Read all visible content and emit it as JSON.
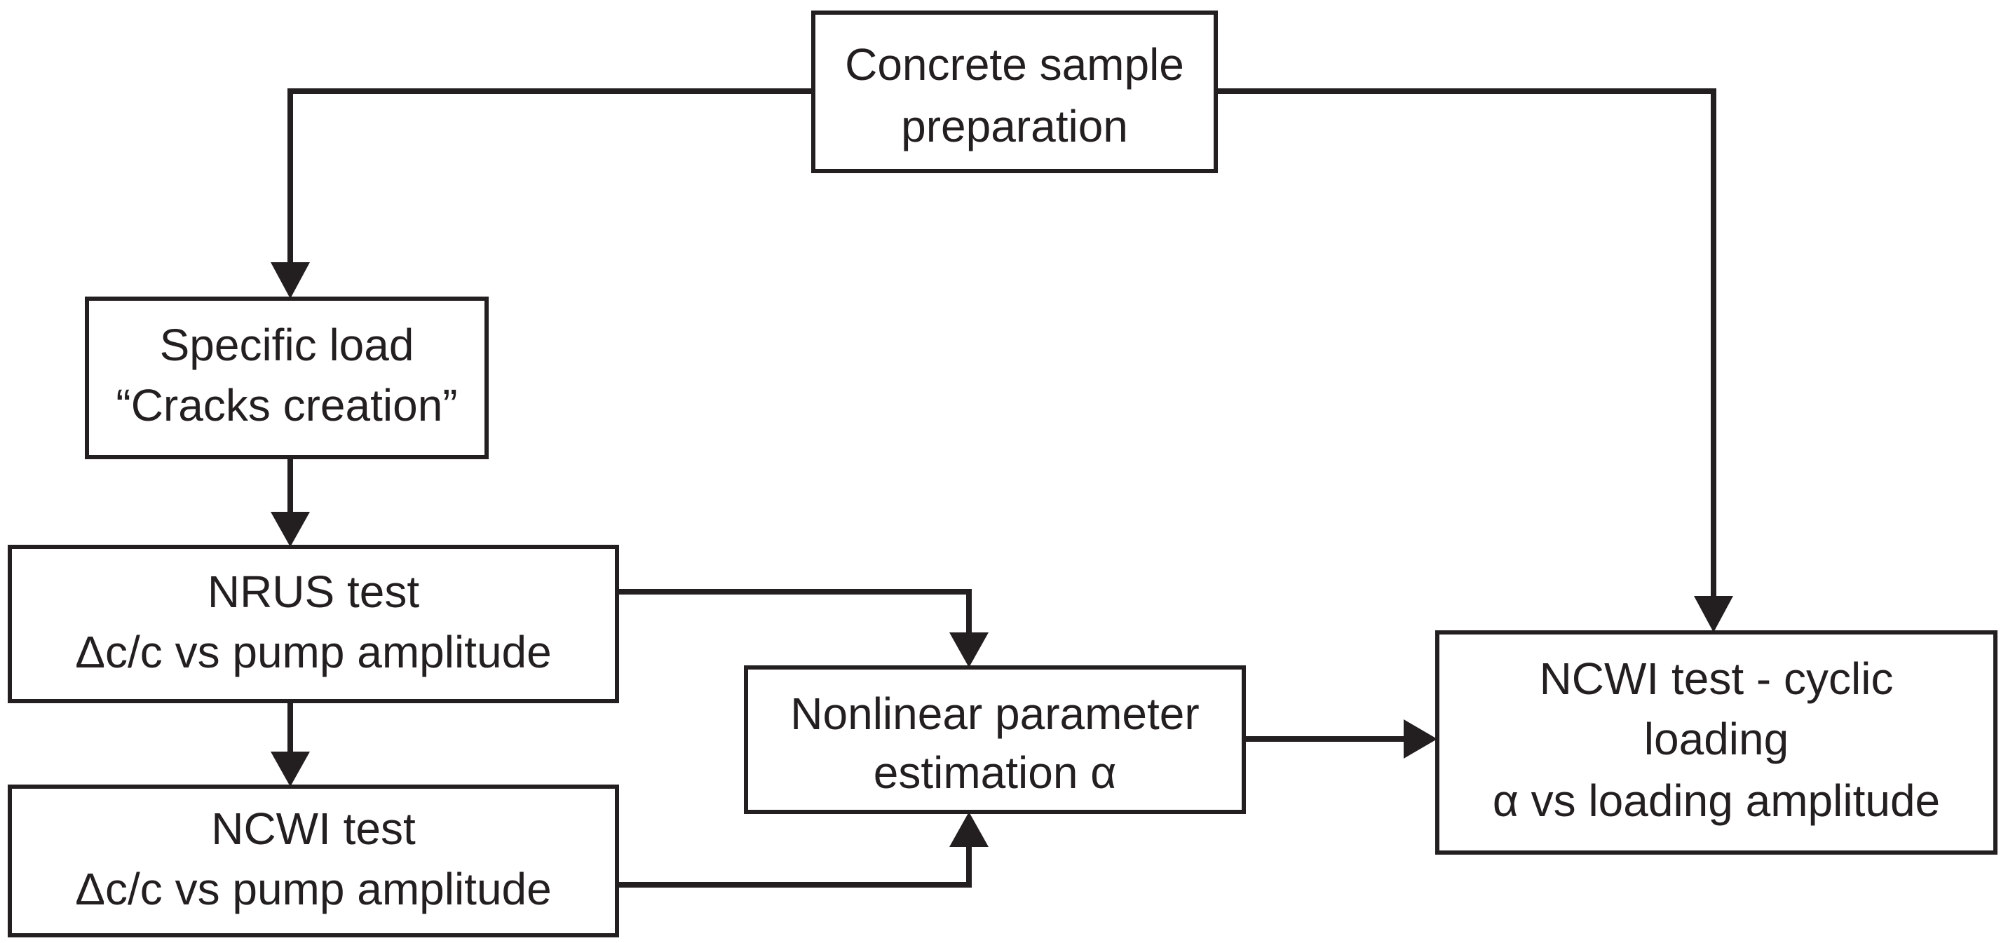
{
  "diagram": {
    "nodes": {
      "sample_prep": {
        "lines": [
          "Concrete sample",
          "preparation"
        ]
      },
      "specific_load": {
        "lines": [
          "Specific load",
          "“Cracks creation”"
        ]
      },
      "nrus_test": {
        "lines": [
          "NRUS test",
          "Δc/c vs  pump amplitude"
        ]
      },
      "ncwi_test": {
        "lines": [
          "NCWI test",
          "Δc/c vs  pump amplitude"
        ]
      },
      "nonlinear_param": {
        "lines": [
          "Nonlinear parameter",
          "estimation α"
        ]
      },
      "ncwi_cyclic": {
        "lines": [
          "NCWI test - cyclic",
          "loading",
          "α vs loading amplitude"
        ]
      }
    },
    "colors": {
      "stroke": "#231f20",
      "text": "#231f20",
      "box_fill": "#ffffff",
      "background": "#ffffff"
    }
  }
}
